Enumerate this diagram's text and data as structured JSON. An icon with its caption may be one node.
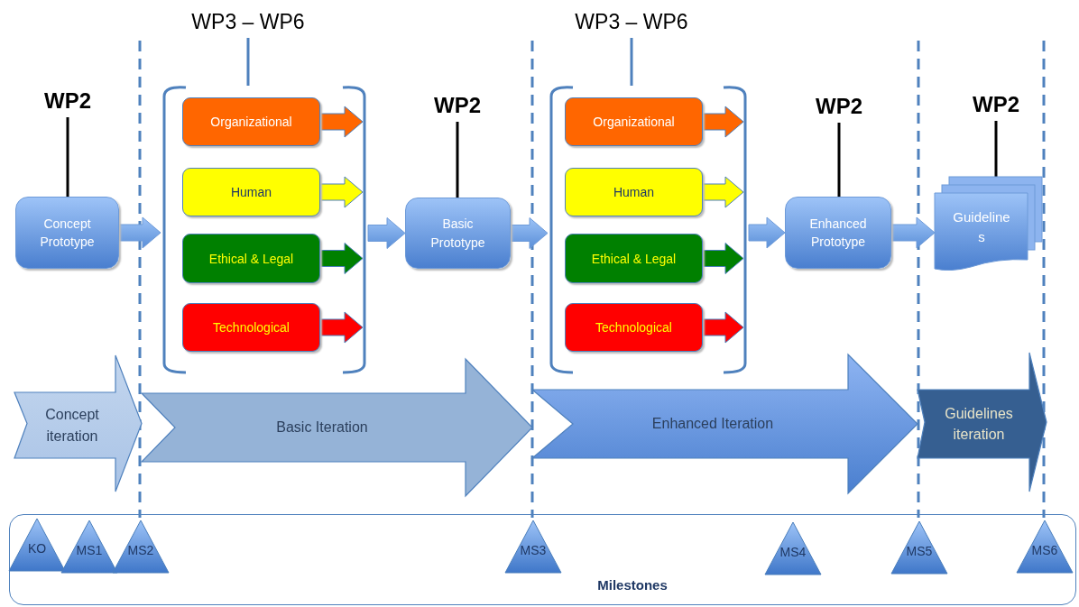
{
  "diagram": {
    "nodes": [
      {
        "text": [
          "WP2"
        ]
      },
      {
        "text": [
          "Concept Prototype"
        ]
      },
      {
        "text": [
          "WP3 – WP6"
        ]
      },
      {
        "text": [],
        "shape": "bracket"
      },
      {
        "text": [
          "Organizational"
        ],
        "in": 3
      },
      {
        "text": [
          "Human"
        ],
        "in": 3
      },
      {
        "text": [
          "Ethical & Legal"
        ],
        "in": 3
      },
      {
        "text": [
          "Technological"
        ],
        "in": 3
      },
      {
        "text": [
          "WP2"
        ]
      },
      {
        "text": [
          "Basic Prototype"
        ]
      },
      {
        "text": [
          "WP3 – WP6"
        ]
      },
      {
        "text": [],
        "shape": "bracket"
      },
      {
        "text": [
          "Organizational"
        ],
        "in": 11
      },
      {
        "text": [
          "Human"
        ],
        "in": 11
      },
      {
        "text": [
          "Ethical & Legal"
        ],
        "in": 11
      },
      {
        "text": [
          "Technological"
        ],
        "in": 11
      },
      {
        "text": [
          "WP2"
        ]
      },
      {
        "text": [
          "Enhanced Prototype"
        ]
      },
      {
        "text": [
          "WP2"
        ]
      },
      {
        "text": [
          "Guidelines"
        ]
      },
      {
        "text": [
          "Concept iteration"
        ]
      },
      {
        "text": [
          "Basic Iteration"
        ]
      },
      {
        "text": [
          "Enhanced Iteration"
        ]
      },
      {
        "text": [
          "Guidelines iteration"
        ]
      },
      {
        "text": [
          "Milestones"
        ]
      },
      {
        "text": [
          "KO"
        ],
        "in": 24
      },
      {
        "text": [
          "MS1"
        ],
        "in": 24
      },
      {
        "text": [
          "MS2"
        ],
        "in": 24
      },
      {
        "text": [
          "MS3"
        ],
        "in": 24
      },
      {
        "text": [
          "MS4"
        ],
        "in": 24
      },
      {
        "text": [
          "MS5"
        ],
        "in": 24
      },
      {
        "text": [
          "MS6"
        ],
        "in": 24
      }
    ],
    "edges": [
      {
        "from": 0,
        "to": 1,
        "arrow": "none",
        "color": "#000000"
      },
      {
        "from": 2,
        "to": 3,
        "arrow": "none",
        "color": "#4f81bd"
      },
      {
        "from": 8,
        "to": 9,
        "arrow": "none",
        "color": "#000000"
      },
      {
        "from": 10,
        "to": 11,
        "arrow": "none",
        "color": "#4f81bd"
      },
      {
        "from": 16,
        "to": 17,
        "arrow": "none",
        "color": "#000000"
      },
      {
        "from": 18,
        "to": 19,
        "arrow": "none",
        "color": "#000000"
      },
      {
        "from": 1,
        "to": 3,
        "arrow": "to",
        "style": "thick"
      },
      {
        "from": 3,
        "to": 9,
        "arrow": "to",
        "style": "thick"
      },
      {
        "from": 9,
        "to": 11,
        "arrow": "to",
        "style": "thick"
      },
      {
        "from": 11,
        "to": 17,
        "arrow": "to",
        "style": "thick"
      },
      {
        "from": 17,
        "to": 19,
        "arrow": "to",
        "style": "thick"
      },
      {
        "from": 4,
        "to": 3,
        "arrow": "to",
        "style": "thick",
        "color": "#ff6600"
      },
      {
        "from": 5,
        "to": 3,
        "arrow": "to",
        "style": "thick",
        "color": "#ffff00"
      },
      {
        "from": 6,
        "to": 3,
        "arrow": "to",
        "style": "thick",
        "color": "#008000"
      },
      {
        "from": 7,
        "to": 3,
        "arrow": "to",
        "style": "thick",
        "color": "#ff0000"
      },
      {
        "from": 12,
        "to": 11,
        "arrow": "to",
        "style": "thick",
        "color": "#ff6600"
      },
      {
        "from": 13,
        "to": 11,
        "arrow": "to",
        "style": "thick",
        "color": "#ffff00"
      },
      {
        "from": 14,
        "to": 11,
        "arrow": "to",
        "style": "thick",
        "color": "#008000"
      },
      {
        "from": 15,
        "to": 11,
        "arrow": "to",
        "style": "thick",
        "color": "#ff0000"
      }
    ]
  }
}
